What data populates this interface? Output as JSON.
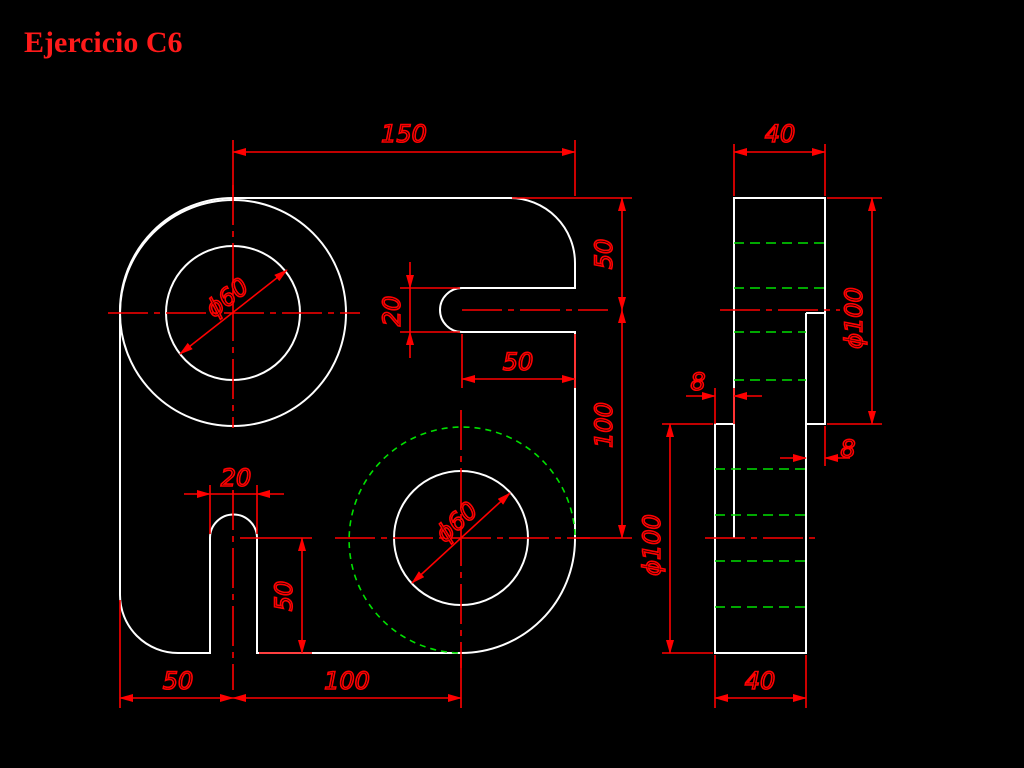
{
  "page": {
    "title": "Ejercicio C6"
  },
  "front_view": {
    "dimensions": {
      "top_width": "150",
      "top_right_height": "50",
      "right_height": "100",
      "upper_slot_width": "20",
      "upper_slot_depth": "50",
      "upper_circle_diameter": "ϕ60",
      "lower_circle_diameter": "ϕ60",
      "lower_slot_width": "20",
      "lower_slot_depth": "50",
      "bottom_left": "50",
      "bottom_right": "100"
    }
  },
  "side_view": {
    "dimensions": {
      "top_width": "40",
      "upper_diameter": "ϕ100",
      "upper_offset": "8",
      "lower_offset": "8",
      "lower_diameter": "ϕ100",
      "bottom_width": "40"
    }
  },
  "colors": {
    "outline": "#ffffff",
    "dimension": "#ff0000",
    "hidden": "#00e000",
    "background": "#000000"
  }
}
